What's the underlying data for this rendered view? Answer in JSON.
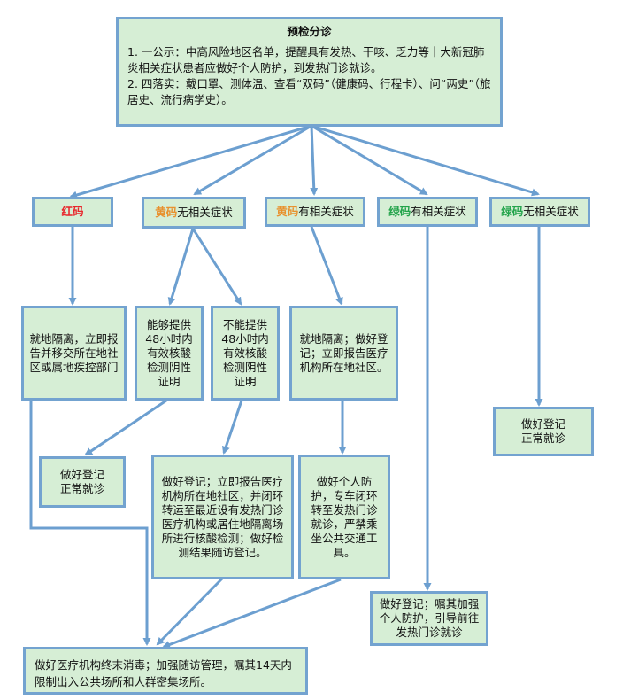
{
  "colors": {
    "box_fill": "#d6eed5",
    "box_border": "#73a3d0",
    "arrow": "#6c9fd0",
    "red_code": "#e8252b",
    "yellow_code": "#e8912e",
    "green_code": "#22a34a"
  },
  "precheck": {
    "title": "预检分诊",
    "line1": "1. 一公示：中高风险地区名单，提醒具有发热、干咳、乏力等十大新冠肺炎相关症状患者应做好个人防护，到发热门诊就诊。",
    "line2": "2. 四落实：戴口罩、测体温、查看“双码”（健康码、行程卡）、问“两史”（旅居史、流行病学史）。"
  },
  "categories": {
    "red": {
      "code": "红码",
      "rest": ""
    },
    "yellow_no": {
      "code": "黄码",
      "rest": "无相关症状"
    },
    "yellow_yes": {
      "code": "黄码",
      "rest": "有相关症状"
    },
    "green_yes": {
      "code": "绿码",
      "rest": "有相关症状"
    },
    "green_no": {
      "code": "绿码",
      "rest": "无相关症状"
    }
  },
  "steps": {
    "isolate_report": "就地隔离，立即报告并移交所在地社区或属地疾控部门",
    "can_provide": "能够提供48小时内有效核酸检测阴性证明",
    "cannot_provide": "不能提供48小时内有效核酸检测阴性证明",
    "yellow_sym_isolate": "就地隔离；做好登记；立即报告医疗机构所在地社区。",
    "green_no_register": "做好登记\n正常就诊",
    "can_register": "做好登记\n正常就诊",
    "cannot_register": "做好登记；立即报告医疗机构所在地社区，并闭环转运至最近设有发热门诊医疗机构或居住地隔离场所进行核酸检测；做好检测结果随访登记。",
    "yellow_sym_protect": "做好个人防护，专车闭环转至发热门诊就诊，严禁乘坐公共交通工具。",
    "green_sym_register": "做好登记；嘱其加强个人防护，引导前往发热门诊就诊",
    "final": "做好医疗机构终末消毒；加强随访管理，嘱其14天内限制出入公共场所和人群密集场所。"
  }
}
